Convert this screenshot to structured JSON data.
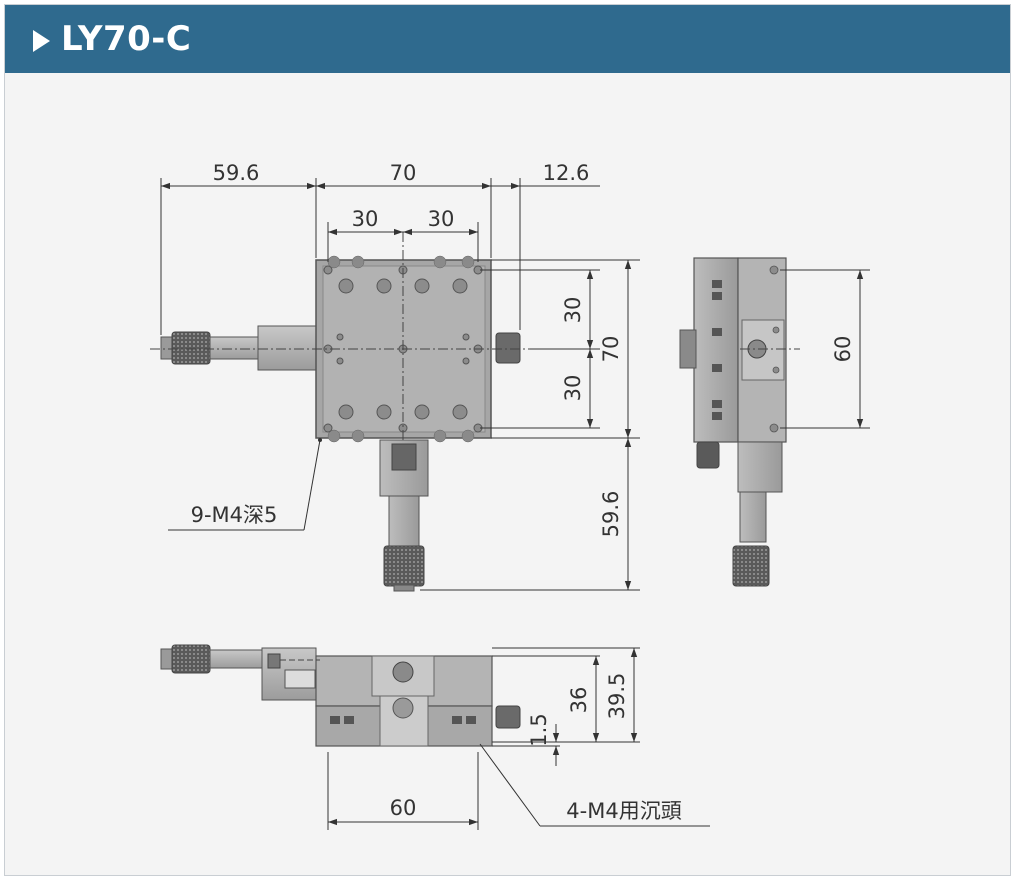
{
  "header": {
    "title": "LY70-C",
    "accent_color": "#2f6a8e",
    "arrow_icon": "play-triangle-icon"
  },
  "dimensions": {
    "top_view": {
      "left_overhang": "59.6",
      "width": "70",
      "right_overhang": "12.6",
      "half_left": "30",
      "half_right": "30",
      "half_upper": "30",
      "half_lower": "30",
      "height": "70",
      "bottom_overhang": "59.6"
    },
    "side_view": {
      "hole_spacing": "60"
    },
    "front_view": {
      "base_height": "1.5",
      "body_height": "36",
      "total_height": "39.5",
      "hole_spacing": "60"
    }
  },
  "annotations": {
    "top_holes": "9-M4深5",
    "mount_holes": "4-M4用沉頭"
  }
}
